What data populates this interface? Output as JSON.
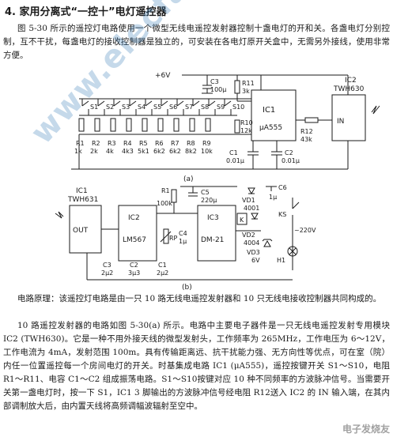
{
  "heading": "4. 家用分离式“一控十”电灯遥控器",
  "para1": "图 5-30 所示的遥控灯电路使用一个微型无线电遥控发射器控制十盏电灯的开和关。各盏电灯分别控制，互不干扰，每盏电灯的接收控制器是独立的，可安装在各电灯原开关盒中，无需另外接线，使用非常方便。",
  "para2": "电路原理：该遥控灯电路是由一只 10 路无线电遥控发射器和 10 只无线电接收控制器共同构成的。",
  "para3": "10 路遥控发射器的电路如图 5-30(a) 所示。电路中主要电子器件是一只无线电遥控发射专用模块 IC2 (TWH630)。它是一种不用外接天线的微型发射头，工作频率为 265MHz，工作电压为 6～12V，工作电流为 4mA，发射范围 100m。具有传输距离远、抗干扰能力强、无方向性等优点，可在室（院）内任一位置遥控每一个房间电灯的开关。时基集成电路 IC1 (μA555)，遥控按键开关 S1～S10，电阻 R1～R11、电容 C1～C2 组成振荡电路。S1～S10按键对应 10 种不同频率的方波脉冲信号。当需要开关第一盏电灯时，按一下 S1，IC1 3 脚输出的方波脉冲信号经电阻 R12送入 IC2 的 IN 输入端，在其内部调制放大后，由内置天线将高频调幅波辐射至空中。",
  "circuit_a": {
    "supply": "+6V",
    "c3": "C3",
    "c3_val": "100μ",
    "r11": "R11",
    "r11_val": "3k",
    "ic1": "IC1",
    "ic1_type": "μA555",
    "ic2": "IC2",
    "ic2_type": "TWH630",
    "in_label": "IN",
    "r10": "R10",
    "r10_val": "12k",
    "r12": "R12",
    "r12_val": "43k",
    "c1": "C1",
    "c1_val": "0.01μ",
    "c2": "C2",
    "c2_val": "0.01μ",
    "switches": [
      "S1",
      "S2",
      "S3",
      "S4",
      "S5",
      "S6",
      "S7",
      "S8",
      "S9",
      "S10"
    ],
    "resistors": [
      "R1",
      "R2",
      "R3",
      "R4",
      "R5",
      "R6",
      "R7",
      "R8",
      "R9"
    ],
    "resistor_vals": [
      "1k",
      "2k",
      "4k",
      "4k3",
      "5k1",
      "6k2",
      "6k2",
      "8k2",
      "10k"
    ],
    "caption": "(a)"
  },
  "circuit_b": {
    "ic1": "IC1",
    "ic1_type": "TWH631",
    "out_label": "OUT",
    "ic2": "IC2",
    "ic2_type": "LM567",
    "ic3": "IC3",
    "ic3_type": "DM-21",
    "r1": "R1",
    "r1_val": "100k",
    "c5": "C5",
    "c5_val": "220μ",
    "c6": "C6",
    "c6_val": "1μ",
    "vd1": "VD1",
    "vd1_val": "4001",
    "vd2": "VD2",
    "vd2_val": "4004",
    "vd3": "VD3",
    "vd3_val": "6V",
    "k": "K",
    "ks": "KS",
    "rp": "RP",
    "c4": "C4",
    "c4_val": "1μ",
    "c3": "C3",
    "c3_val": "2μ2",
    "c2": "C2",
    "c2_val": "3μ3",
    "c1": "C1",
    "c1_val": "2μ2",
    "ac": "~220V",
    "h1": "H1",
    "caption": "(b)"
  },
  "watermark": "www.elecfans.com",
  "logo": "电子发烧友"
}
